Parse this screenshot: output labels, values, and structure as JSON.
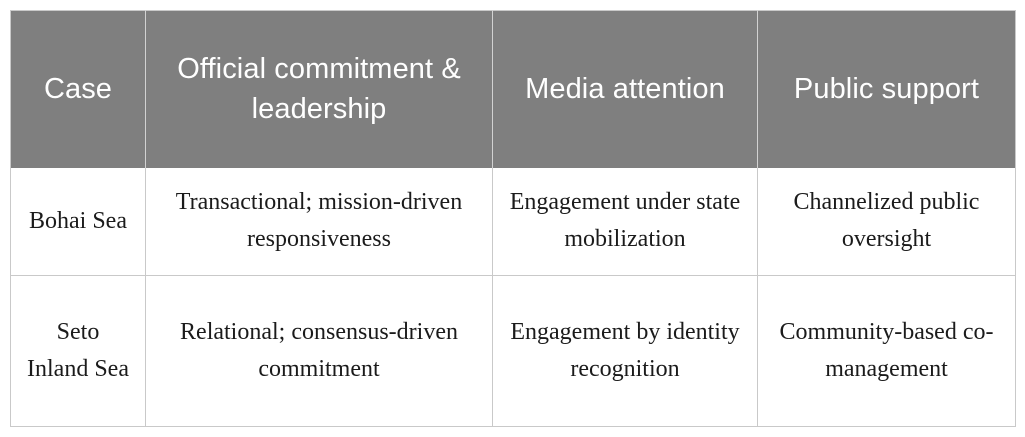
{
  "table": {
    "columns": [
      {
        "key": "case",
        "header": "Case"
      },
      {
        "key": "official",
        "header": "Official commitment & leadership"
      },
      {
        "key": "media",
        "header": "Media attention"
      },
      {
        "key": "public",
        "header": "Public support"
      }
    ],
    "rows": [
      {
        "case": "Bohai Sea",
        "official": "Transactional; mission-driven responsiveness",
        "media": "Engagement under state mobilization",
        "public": "Channelized public oversight"
      },
      {
        "case": "Seto Inland Sea",
        "official": "Relational; consensus-driven commitment",
        "media": "Engagement by identity recognition",
        "public": "Community-based co-management"
      }
    ],
    "style": {
      "header_background": "#7f7f7f",
      "header_text_color": "#ffffff",
      "body_text_color": "#1b1b1b",
      "border_color": "#c9c9c9",
      "page_background": "#ffffff"
    }
  }
}
